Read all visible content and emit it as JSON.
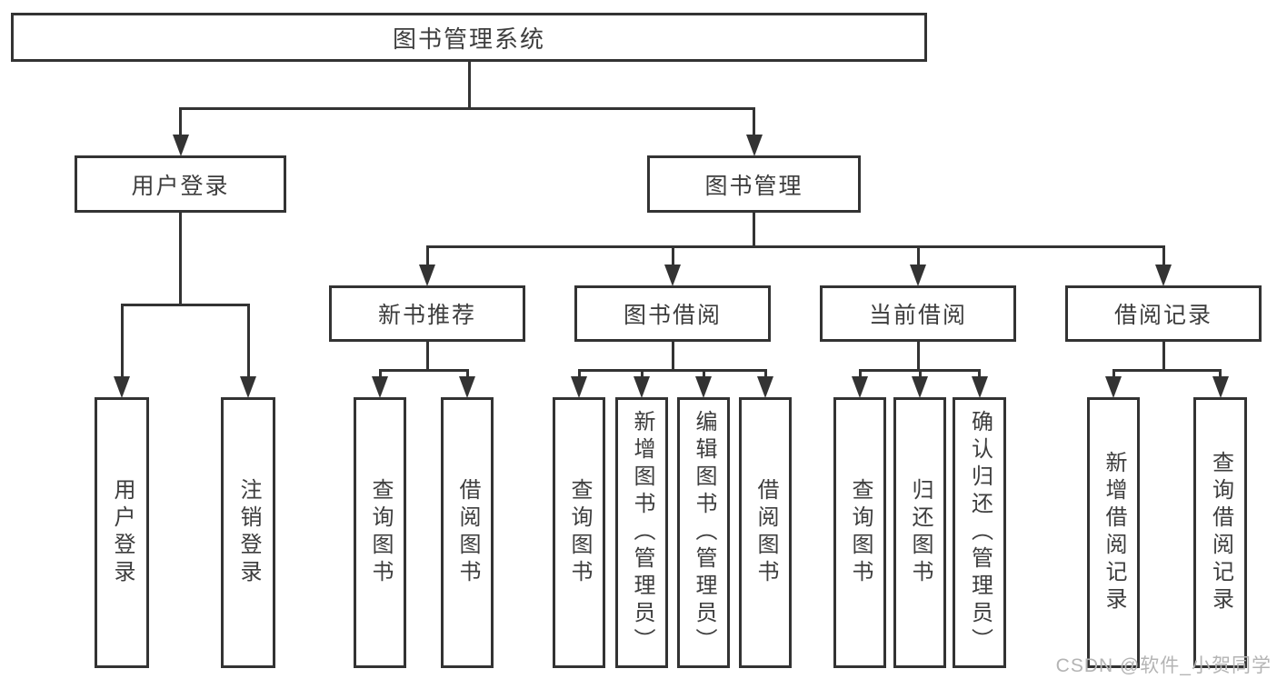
{
  "title": "图书管理系统",
  "watermark": "CSDN @软件_小贺同学",
  "colors": {
    "line": "#333333",
    "border": "#333333",
    "text": "#3d3d3d",
    "background": "#ffffff",
    "watermark": "#b4b4b4"
  },
  "diagram": {
    "nodes": [
      {
        "id": "system-root",
        "label": "图书管理系统",
        "orientation": "horizontal"
      },
      {
        "id": "user-login-branch",
        "label": "用户登录",
        "orientation": "horizontal"
      },
      {
        "id": "book-management",
        "label": "图书管理",
        "orientation": "horizontal"
      },
      {
        "id": "user-login",
        "label": "用户登录",
        "orientation": "vertical"
      },
      {
        "id": "logout",
        "label": "注销登录",
        "orientation": "vertical"
      },
      {
        "id": "new-book-recommend",
        "label": "新书推荐",
        "orientation": "horizontal"
      },
      {
        "id": "book-borrowing",
        "label": "图书借阅",
        "orientation": "horizontal"
      },
      {
        "id": "current-borrowing",
        "label": "当前借阅",
        "orientation": "horizontal"
      },
      {
        "id": "borrowing-records",
        "label": "借阅记录",
        "orientation": "horizontal"
      },
      {
        "id": "nb-query-books",
        "label": "查询图书",
        "orientation": "vertical"
      },
      {
        "id": "nb-borrow-books",
        "label": "借阅图书",
        "orientation": "vertical"
      },
      {
        "id": "bb-query-books",
        "label": "查询图书",
        "orientation": "vertical"
      },
      {
        "id": "bb-add-book-admin",
        "label": "新增图书（管理员）",
        "orientation": "vertical"
      },
      {
        "id": "bb-edit-book-admin",
        "label": "编辑图书（管理员）",
        "orientation": "vertical"
      },
      {
        "id": "bb-borrow-books",
        "label": "借阅图书",
        "orientation": "vertical"
      },
      {
        "id": "cb-query-books",
        "label": "查询图书",
        "orientation": "vertical"
      },
      {
        "id": "cb-return-books",
        "label": "归还图书",
        "orientation": "vertical"
      },
      {
        "id": "cb-confirm-return-admin",
        "label": "确认归还（管理员）",
        "orientation": "vertical"
      },
      {
        "id": "br-add-borrow-record",
        "label": "新增借阅记录",
        "orientation": "vertical"
      },
      {
        "id": "br-query-borrow-record",
        "label": "查询借阅记录",
        "orientation": "vertical"
      }
    ],
    "edges": [
      {
        "parent": "system-root",
        "children": [
          "user-login-branch",
          "book-management"
        ]
      },
      {
        "parent": "user-login-branch",
        "children": [
          "user-login",
          "logout"
        ]
      },
      {
        "parent": "book-management",
        "children": [
          "new-book-recommend",
          "book-borrowing",
          "current-borrowing",
          "borrowing-records"
        ]
      },
      {
        "parent": "new-book-recommend",
        "children": [
          "nb-query-books",
          "nb-borrow-books"
        ]
      },
      {
        "parent": "book-borrowing",
        "children": [
          "bb-query-books",
          "bb-add-book-admin",
          "bb-edit-book-admin",
          "bb-borrow-books"
        ]
      },
      {
        "parent": "current-borrowing",
        "children": [
          "cb-query-books",
          "cb-return-books",
          "cb-confirm-return-admin"
        ]
      },
      {
        "parent": "borrowing-records",
        "children": [
          "br-add-borrow-record",
          "br-query-borrow-record"
        ]
      }
    ]
  }
}
